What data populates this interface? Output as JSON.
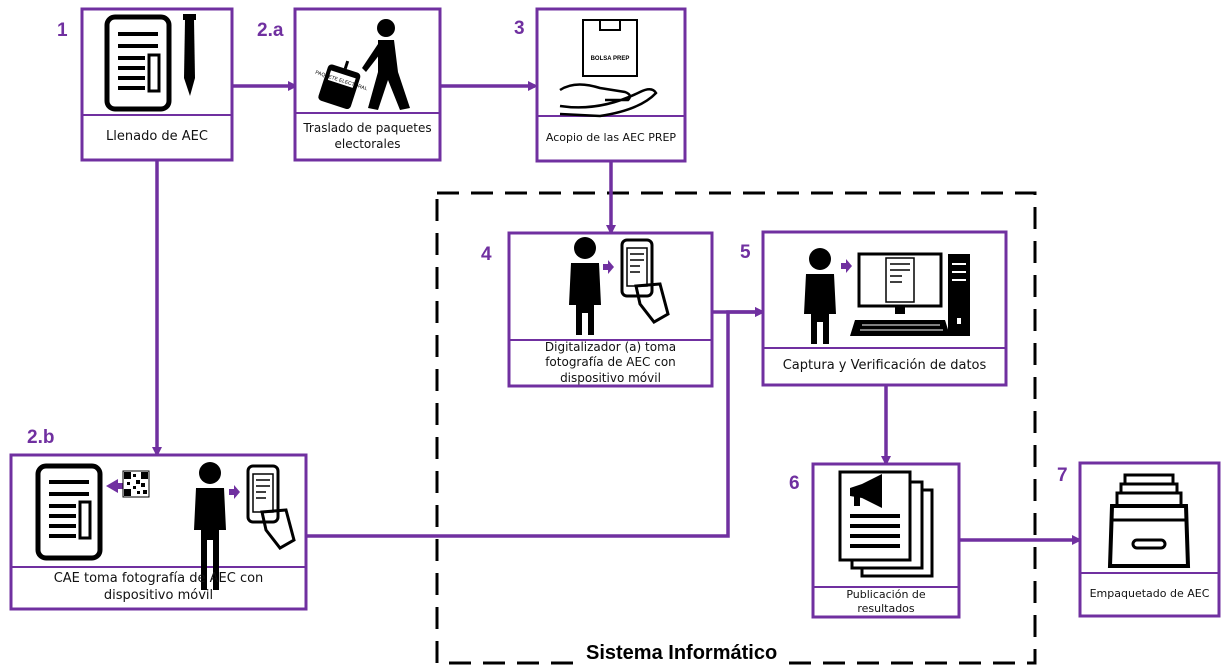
{
  "steps": [
    {
      "number": "1",
      "caption": "Llenado de  AEC"
    },
    {
      "number": "2.a",
      "caption": "Traslado de paquetes electorales"
    },
    {
      "number": "3",
      "caption": "Acopio de las AEC PREP"
    },
    {
      "number": "2.b",
      "caption": "CAE toma fotografía de AEC con dispositivo móvil"
    },
    {
      "number": "4",
      "caption": "Digitalizador (a) toma fotografía de AEC con dispositivo móvil"
    },
    {
      "number": "5",
      "caption": "Captura y Verificación de datos"
    },
    {
      "number": "6",
      "caption": "Publicación de resultados"
    },
    {
      "number": "7",
      "caption": "Empaquetado de AEC"
    }
  ],
  "system_boundary": {
    "label": "Sistema Informático"
  },
  "icons": {
    "box_label": "BOLSA PREP",
    "luggage_label": "PAQUETE ELECTORAL"
  },
  "colors": {
    "accent": "#7030a0",
    "ink": "#000000"
  }
}
